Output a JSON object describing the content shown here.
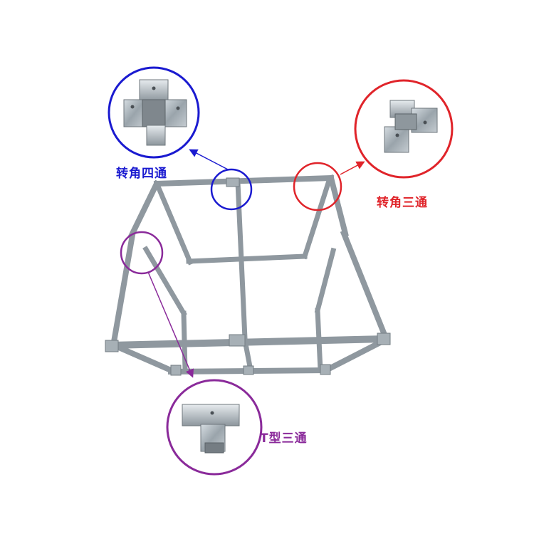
{
  "callouts": {
    "four_way": {
      "label": "转角四通",
      "color": "#1a1ad0"
    },
    "three_way": {
      "label": "转角三通",
      "color": "#e0242a"
    },
    "t_type": {
      "label": "T型三通",
      "color": "#8a2a9a"
    }
  },
  "frame_color": "#9aa3aa"
}
